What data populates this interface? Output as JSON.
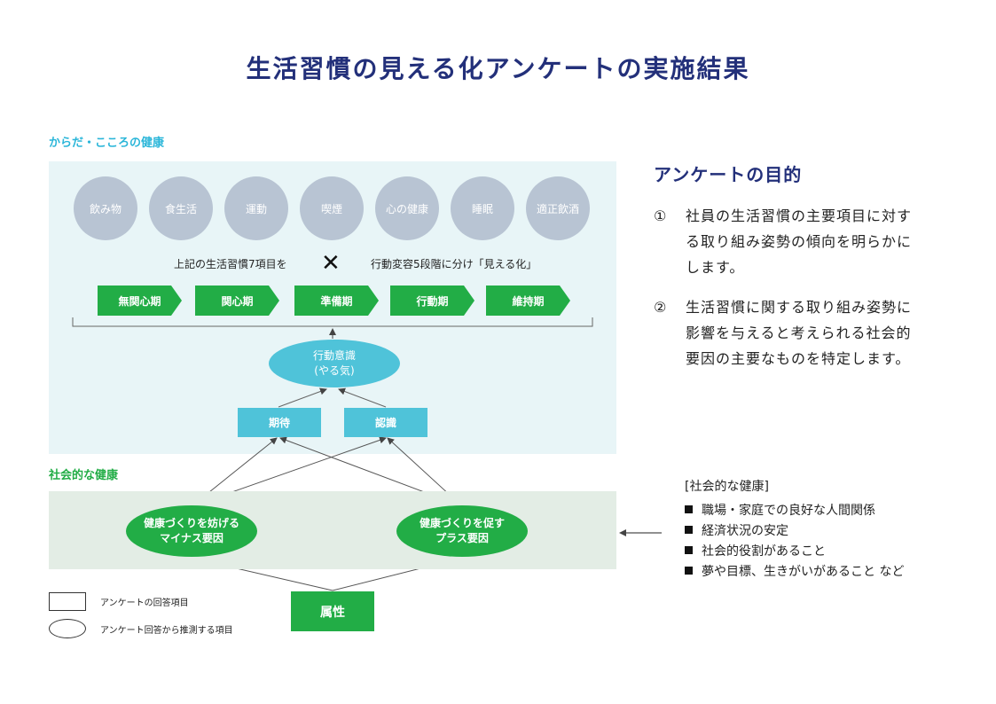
{
  "title": "生活習慣の見える化アンケートの実施結果",
  "body_section": {
    "label": "からだ・こころの健康",
    "label_color": "#2bb6d9",
    "habits": [
      "飲み物",
      "食生活",
      "運動",
      "喫煙",
      "心の健康",
      "睡眠",
      "適正飲酒"
    ],
    "left_text": "上記の生活習慣7項目を",
    "cross": "✕",
    "right_text": "行動変容5段階に分け「見える化」",
    "stages": [
      "無関心期",
      "関心期",
      "準備期",
      "行動期",
      "維持期"
    ],
    "motivation_line1": "行動意識",
    "motivation_line2": "(やる気)",
    "expectation": "期待",
    "recognition": "認識"
  },
  "social_section": {
    "label": "社会的な健康",
    "label_color": "#22ad46",
    "minus_line1": "健康づくりを妨げる",
    "minus_line2": "マイナス要因",
    "plus_line1": "健康づくりを促す",
    "plus_line2": "プラス要因",
    "attribute": "属性"
  },
  "legend": {
    "rect_label": "アンケートの回答項目",
    "oval_label": "アンケート回答から推測する項目"
  },
  "purpose": {
    "title": "アンケートの目的",
    "items": [
      {
        "num": "①",
        "lines": [
          "社員の生活習慣の主要項目に対す",
          "る取り組み姿勢の傾向を明らかに",
          "します。"
        ]
      },
      {
        "num": "②",
        "lines": [
          "生活習慣に関する取り組み姿勢に",
          "影響を与えると考えられる社会的",
          "要因の主要なものを特定します。"
        ]
      }
    ]
  },
  "social_factors": {
    "title": "[社会的な健康]",
    "items": [
      "職場・家庭での良好な人間関係",
      "経済状況の安定",
      "社会的役割があること",
      "夢や目標、生きがいがあること など"
    ]
  }
}
